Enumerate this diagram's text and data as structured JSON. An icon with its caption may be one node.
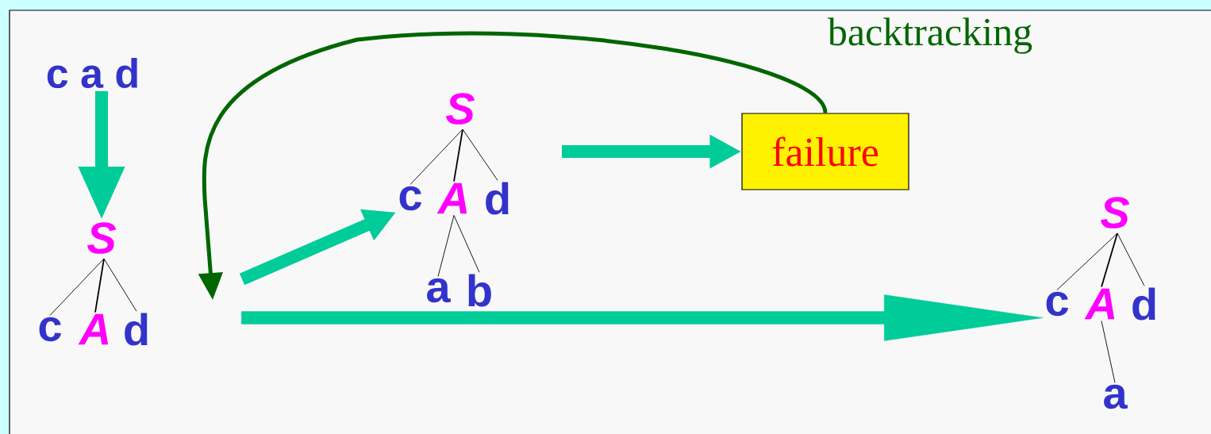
{
  "diagram": {
    "nodes": [
      {
        "text": [
          "c a d"
        ]
      },
      {
        "text": [
          "S"
        ]
      },
      {
        "text": [
          "c"
        ]
      },
      {
        "text": [
          "A"
        ]
      },
      {
        "text": [
          "d"
        ]
      },
      {
        "text": [
          "S"
        ]
      },
      {
        "text": [
          "c"
        ]
      },
      {
        "text": [
          "A"
        ]
      },
      {
        "text": [
          "d"
        ]
      },
      {
        "text": [
          "a"
        ]
      },
      {
        "text": [
          "b"
        ]
      },
      {
        "text": [
          "failure"
        ]
      },
      {
        "text": [
          "S"
        ]
      },
      {
        "text": [
          "c"
        ]
      },
      {
        "text": [
          "A"
        ]
      },
      {
        "text": [
          "d"
        ]
      },
      {
        "text": [
          "a"
        ]
      }
    ],
    "edges": [
      {
        "from": 0,
        "to": 1,
        "arrow": "to",
        "style": "thick",
        "color": "#00cc99"
      },
      {
        "from": 1,
        "to": 2,
        "arrow": "none"
      },
      {
        "from": 1,
        "to": 3,
        "arrow": "none"
      },
      {
        "from": 1,
        "to": 4,
        "arrow": "none"
      },
      {
        "from": null,
        "to": 6,
        "arrow": "to",
        "style": "thick",
        "color": "#00cc99"
      },
      {
        "from": 5,
        "to": 6,
        "arrow": "none"
      },
      {
        "from": 5,
        "to": 7,
        "arrow": "none"
      },
      {
        "from": 5,
        "to": 8,
        "arrow": "none"
      },
      {
        "from": 7,
        "to": 9,
        "arrow": "none"
      },
      {
        "from": 7,
        "to": 10,
        "arrow": "none"
      },
      {
        "from": null,
        "to": 11,
        "arrow": "to",
        "style": "thick",
        "color": "#00cc99"
      },
      {
        "from": 11,
        "to": null,
        "arrow": "to",
        "label": "backtracking",
        "style": "thick",
        "color": "#006600"
      },
      {
        "from": null,
        "to": 13,
        "arrow": "to",
        "style": "thick",
        "color": "#00cc99"
      },
      {
        "from": 12,
        "to": 13,
        "arrow": "none"
      },
      {
        "from": 12,
        "to": 14,
        "arrow": "none"
      },
      {
        "from": 12,
        "to": 15,
        "arrow": "none"
      },
      {
        "from": 14,
        "to": 16,
        "arrow": "none"
      }
    ]
  }
}
